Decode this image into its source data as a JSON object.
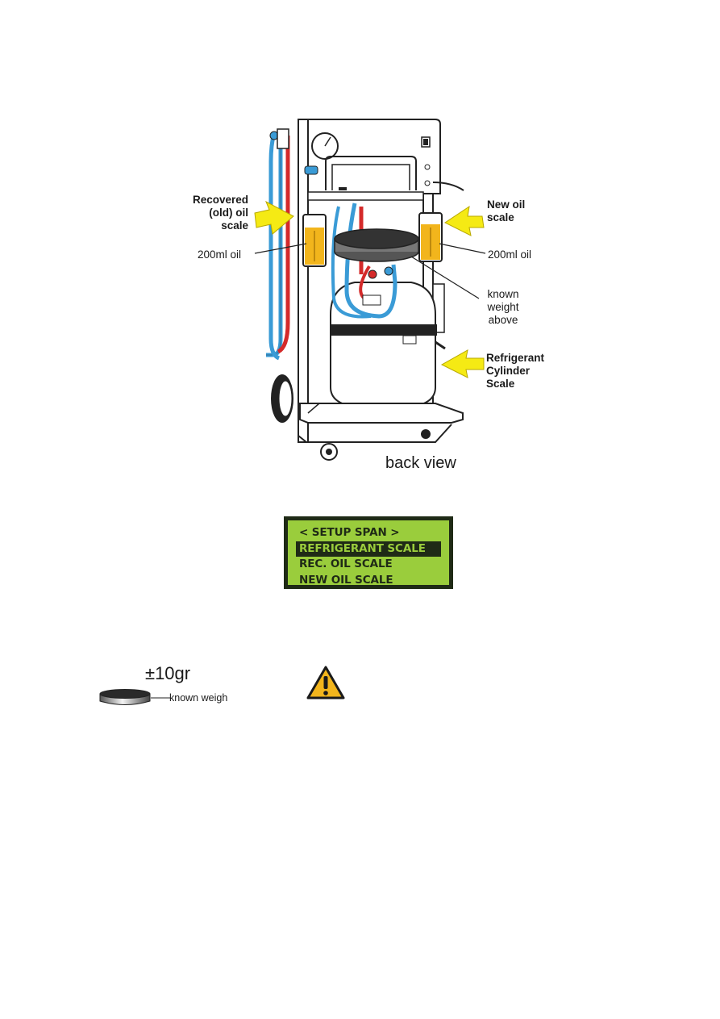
{
  "figure": {
    "labels": {
      "recovered_oil_scale": [
        "Recovered",
        "(old) oil",
        "scale"
      ],
      "new_oil_scale": [
        "New oil",
        "scale"
      ],
      "oil_left": "200ml oil",
      "oil_right": "200ml oil",
      "known_weight": [
        "known",
        "weight",
        "above"
      ],
      "refrigerant_cylinder_scale": [
        "Refrigerant",
        "Cylinder",
        "Scale"
      ],
      "view_caption": "back view"
    },
    "colors": {
      "oil": "#f2b51c",
      "arrow": "#f5ea14",
      "hose_red": "#d42a2a",
      "hose_blue": "#3a9bd6"
    }
  },
  "lcd": {
    "lines": [
      "< SETUP SPAN >",
      "REFRIGERANT SCALE",
      "REC. OIL SCALE",
      "NEW OIL SCALE"
    ],
    "selected_index": 1,
    "colors": {
      "background": "#9acd3c",
      "text": "#1f2a16"
    }
  },
  "tolerance": {
    "text": "±10gr",
    "weight_label": "known weigh"
  },
  "warning": {
    "icon": "warning-triangle-icon"
  }
}
